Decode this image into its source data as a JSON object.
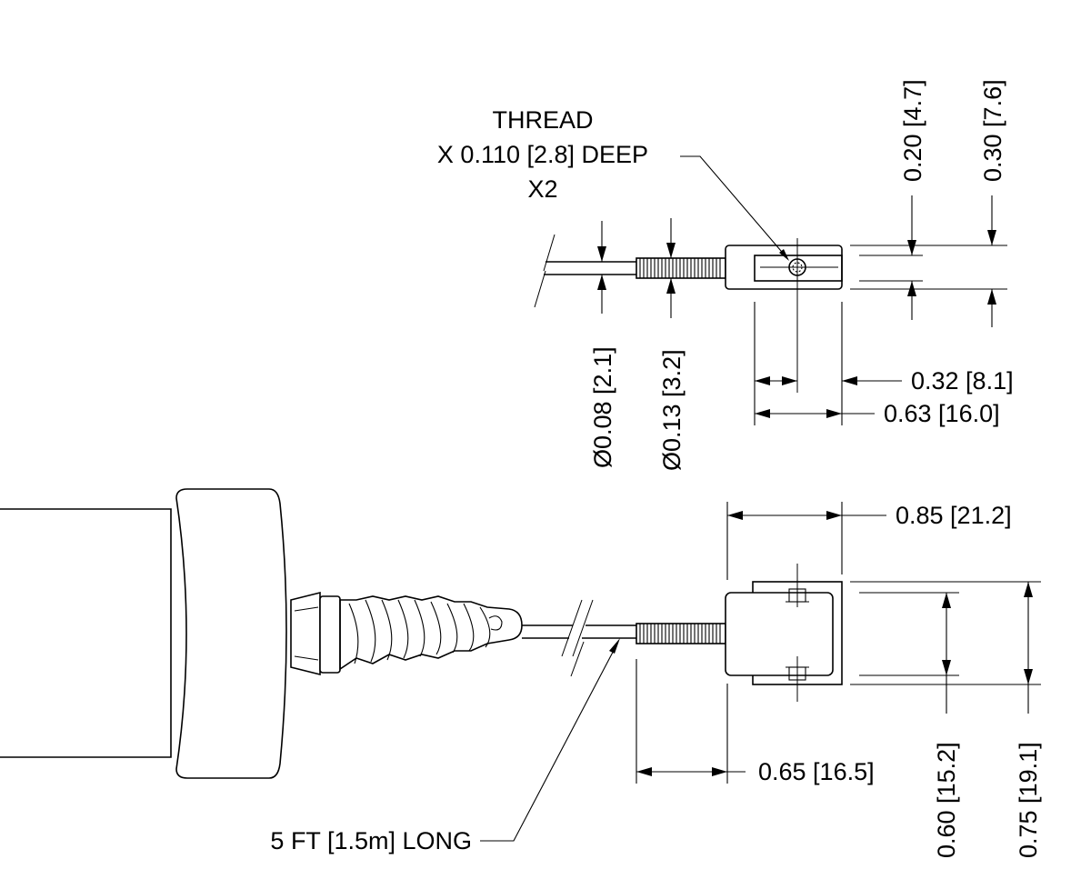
{
  "labels": {
    "thread_line1": "THREAD",
    "thread_line2": "X 0.110 [2.8] DEEP",
    "thread_line3": "X2",
    "dim_0_20": "0.20 [4.7]",
    "dim_0_30": "0.30 [7.6]",
    "dim_dia_0_08": "Ø0.08 [2.1]",
    "dim_dia_0_13": "Ø0.13 [3.2]",
    "dim_0_32": "0.32 [8.1]",
    "dim_0_63": "0.63 [16.0]",
    "dim_0_85": "0.85 [21.2]",
    "dim_0_65": "0.65 [16.5]",
    "dim_0_60": "0.60 [15.2]",
    "dim_0_75": "0.75 [19.1]",
    "cable_length": "5 FT [1.5m] LONG"
  }
}
